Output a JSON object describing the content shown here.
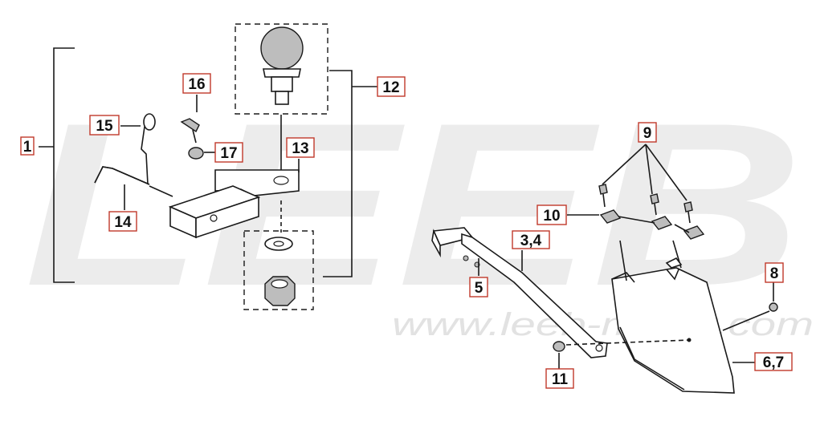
{
  "watermark": {
    "brand": "LEEB",
    "url": "www.leeb-motor.com",
    "color": "#e6e6e6"
  },
  "callout_color": "#c0392b",
  "callouts": [
    {
      "id": "1",
      "label": "1"
    },
    {
      "id": "3-4",
      "label": "3,4"
    },
    {
      "id": "5",
      "label": "5"
    },
    {
      "id": "6-7",
      "label": "6,7"
    },
    {
      "id": "8",
      "label": "8"
    },
    {
      "id": "9",
      "label": "9"
    },
    {
      "id": "10",
      "label": "10"
    },
    {
      "id": "11",
      "label": "11"
    },
    {
      "id": "12",
      "label": "12"
    },
    {
      "id": "13",
      "label": "13"
    },
    {
      "id": "14",
      "label": "14"
    },
    {
      "id": "15",
      "label": "15"
    },
    {
      "id": "16",
      "label": "16"
    },
    {
      "id": "17",
      "label": "17"
    }
  ]
}
